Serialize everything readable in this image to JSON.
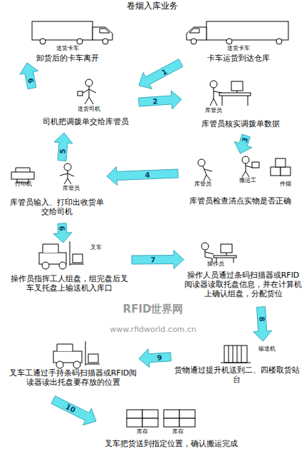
{
  "diagram": {
    "title": "卷烟入库业务",
    "nodes": [
      {
        "text": [
          "送货卡车",
          "卸货后的卡车离开"
        ]
      },
      {
        "text": [
          "送货卡车",
          "卡车运货到达仓库"
        ]
      },
      {
        "text": [
          "送货司机",
          "司机把调拨单交给库管员"
        ]
      },
      {
        "text": [
          "库管员",
          "库管员核实调拨单数据"
        ]
      },
      {
        "text": [
          "打印机",
          "库管员",
          "库管员输入、打印出收货单交给司机"
        ]
      },
      {
        "text": [
          "库管员",
          "搬运工",
          "件烟",
          "库管员检查清点实物是否正确"
        ]
      },
      {
        "text": [
          "叉车",
          "操作员指挥工人组盘，组完盘后叉车叉托盘上输送机入库口"
        ]
      },
      {
        "text": [
          "操作员",
          "操作人员通过条码扫描器或RFID阅读器读取托盘信息，并在计算机上确认组盘，分配货位"
        ]
      },
      {
        "text": [
          "叉车工通过手持条码扫描器或RFID阅读器读出托盘要存放的位置"
        ]
      },
      {
        "text": [
          "输送机",
          "货物通过提升机送到二、四楼取货站台"
        ]
      },
      {
        "text": [
          "库存",
          "库存",
          "叉车把货送到指定位置，确认搬运完成"
        ]
      }
    ],
    "edges": [
      {
        "from": 1,
        "to": 2,
        "label": "1",
        "arrow": "to"
      },
      {
        "from": 2,
        "to": 3,
        "label": "2",
        "arrow": "to"
      },
      {
        "from": 3,
        "to": 5,
        "label": "3",
        "arrow": "to"
      },
      {
        "from": 5,
        "to": 4,
        "label": "4",
        "arrow": "to"
      },
      {
        "from": 4,
        "to": 2,
        "label": "5",
        "arrow": "to"
      },
      {
        "from": 2,
        "to": 0,
        "label": "6",
        "arrow": "to"
      },
      {
        "from": 4,
        "to": 6,
        "label": "6",
        "arrow": "to"
      },
      {
        "from": 6,
        "to": 7,
        "label": "7",
        "arrow": "to"
      },
      {
        "from": 7,
        "to": 9,
        "label": "8",
        "arrow": "to"
      },
      {
        "from": 9,
        "to": 8,
        "label": "9",
        "arrow": "to"
      },
      {
        "from": 8,
        "to": 10,
        "label": "10",
        "arrow": "to"
      }
    ],
    "labels": [
      "RFID世界网",
      "www.rfidworld.com.cn"
    ]
  }
}
